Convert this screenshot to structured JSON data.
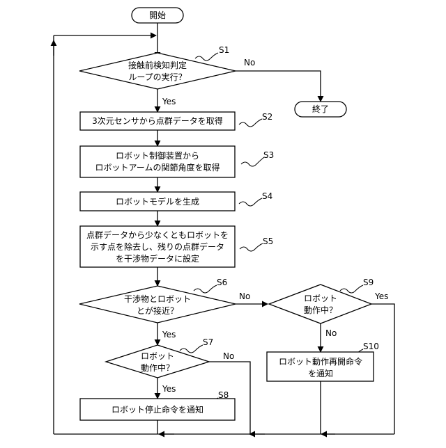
{
  "nodes": {
    "start": "開始",
    "end": "終了",
    "d_s1": [
      "接触前検知判定",
      "ループの実行？"
    ],
    "p_s2": [
      "3次元センサから点群データを取得"
    ],
    "p_s3": [
      "ロボット制御装置から",
      "ロボットアームの関節角度を取得"
    ],
    "p_s4": [
      "ロボットモデルを生成"
    ],
    "p_s5": [
      "点群データから少なくともロボットを",
      "示す点を除去し、残りの点群データ",
      "を干渉物データに設定"
    ],
    "d_s6": [
      "干渉物とロボット",
      "とが接近？"
    ],
    "d_s7": [
      "ロボット",
      "動作中？"
    ],
    "p_s8": [
      "ロボット停止命令を通知"
    ],
    "d_s9": [
      "ロボット",
      "動作中？"
    ],
    "p_s10": [
      "ロボット動作再開命令",
      "を通知"
    ]
  },
  "step_labels": {
    "s1": "S1",
    "s2": "S2",
    "s3": "S3",
    "s4": "S4",
    "s5": "S5",
    "s6": "S6",
    "s7": "S7",
    "s8": "S8",
    "s9": "S9",
    "s10": "S10"
  },
  "branch_labels": {
    "s1_no": "No",
    "s1_yes": "Yes",
    "s6_no": "No",
    "s6_yes": "Yes",
    "s7_no": "No",
    "s7_yes": "Yes",
    "s9_no": "No",
    "s9_yes": "Yes"
  }
}
